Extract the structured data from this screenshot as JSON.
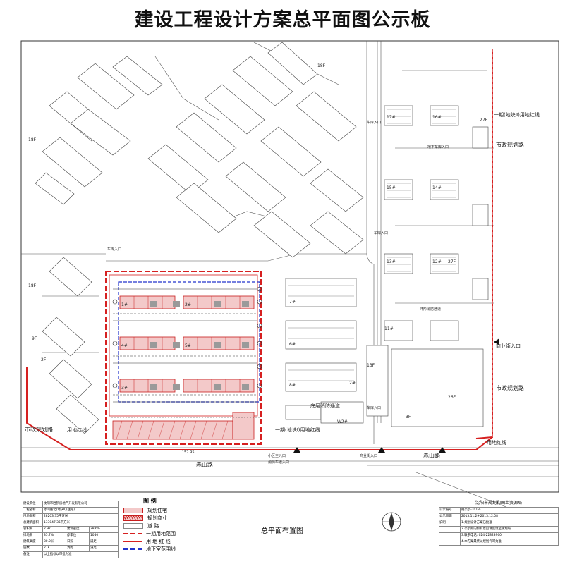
{
  "title": "建设工程设计方案总平面图公示板",
  "labels": {
    "municipal_road_top": "市政规划路",
    "municipal_road_right": "市政规划路",
    "municipal_road_left": "市政规划路",
    "red_line_left": "用地红线",
    "red_line_bottom": "用地红线",
    "red_line_right": "一期(地块Ⅱ)用地红线",
    "red_line_phase": "一期(地块Ⅰ)用地红线",
    "chishan_road_1": "赤山路",
    "chishan_road_2": "赤山路",
    "fire_lane_1": "底层消防通道",
    "fire_lane_2": "环形消防通道",
    "fire_lane_3": "地下车库入口",
    "entrance_1": "小区主入口",
    "entrance_2": "商业街入口",
    "entrance_3": "商业街入口",
    "entrance_4": "消防车道入口",
    "entrance_5": "车库入口",
    "entrance_6": "车库入口",
    "entrance_7": "车库入口",
    "entrance_8": "车库入口",
    "width_1": "152.95",
    "buildings": [
      "18F",
      "18F",
      "9F",
      "2F",
      "15#",
      "16#",
      "17#",
      "13#",
      "12#",
      "14#",
      "11#",
      "7#",
      "6#",
      "8#",
      "1#",
      "2#",
      "3#",
      "4#",
      "5#",
      "W2#",
      "3F",
      "26F",
      "27F",
      "2#",
      "18F",
      "27F",
      "13F"
    ]
  },
  "legend": {
    "heading": "图 例",
    "items": [
      "规划住宅",
      "规划商业",
      "道 路",
      "一期用地范围",
      "用 地 红 线",
      "地下室范围线"
    ]
  },
  "plan_name": "总平面布置图",
  "info_left": {
    "rows": [
      [
        "建设单位",
        "沈阳市胜凯房地产开发有限公司"
      ],
      [
        "工程名称",
        "赤山路北(地块Ⅱ)(住宅)"
      ],
      [
        "用地面积",
        "28203.35平方米"
      ],
      [
        "总建筑面积",
        "133047.35平方米"
      ],
      [
        "容积率",
        "2.97",
        "建筑密度",
        "28.6%"
      ],
      [
        "绿地率",
        "35.7%",
        "停车位",
        "1050"
      ],
      [
        "建筑高度",
        "80.0米",
        "日照",
        "满足"
      ],
      [
        "层数",
        "27F",
        "消防",
        "满足"
      ],
      [
        "备注",
        "以上指标以审批为准"
      ]
    ]
  },
  "info_right": {
    "org": "沈阳市规划和国土资源局",
    "rows": [
      [
        "公示编号",
        "规公示-2013-"
      ],
      [
        "公示日期",
        "2013.11.29-2013.12.08"
      ],
      [
        "说明",
        "1.规划设计方案已批准"
      ],
      [
        "",
        "2.公示期内如有意见请反馈至规划局"
      ],
      [
        "",
        "3.联系电话: 024-22823960"
      ],
      [
        "",
        "4.本方案最终以规划许可为准"
      ]
    ]
  },
  "colors": {
    "red_line": "#d62020",
    "blue_line": "#2233cc",
    "building_fill": "#f3c9c9",
    "gray_fill": "#9a9a9a"
  }
}
